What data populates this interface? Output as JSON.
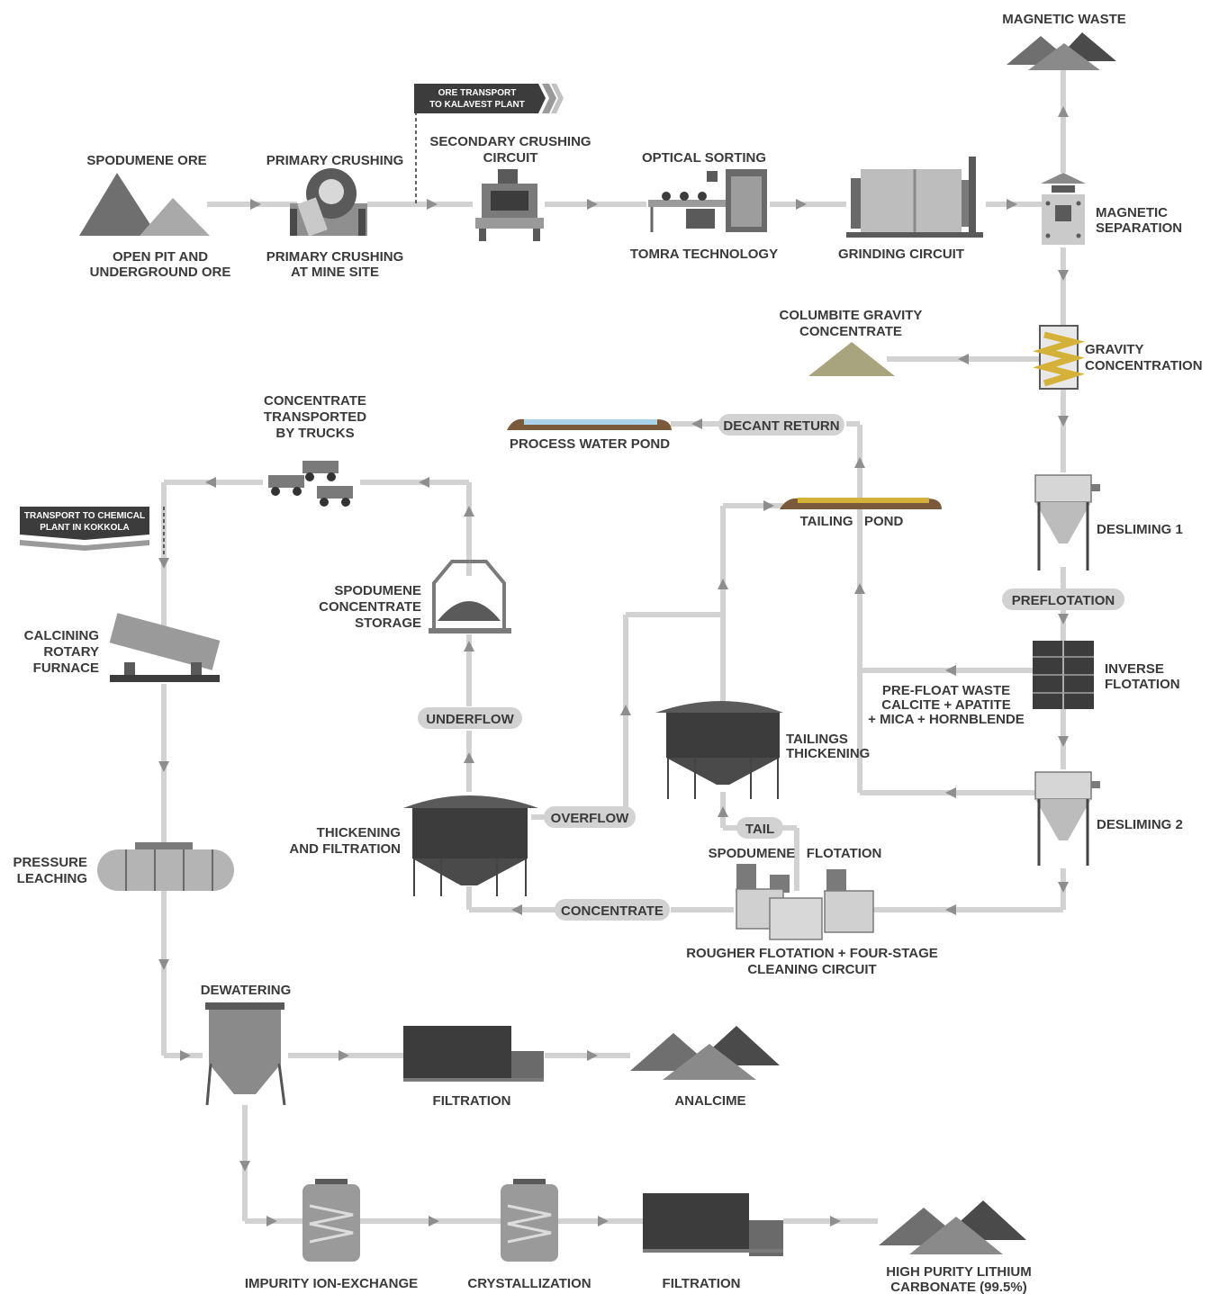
{
  "labels": {
    "spodumene_ore": "SPODUMENE ORE",
    "open_pit_1": "OPEN PIT AND",
    "open_pit_2": "UNDERGROUND ORE",
    "primary_crushing": "PRIMARY CRUSHING",
    "primary_mine_1": "PRIMARY CRUSHING",
    "primary_mine_2": "AT MINE SITE",
    "ore_transport_1": "ORE TRANSPORT",
    "ore_transport_2": "TO KALAVEST PLANT",
    "secondary_1": "SECONDARY CRUSHING",
    "secondary_2": "CIRCUIT",
    "optical_sorting": "OPTICAL SORTING",
    "tomra": "TOMRA TECHNOLOGY",
    "grinding": "GRINDING CIRCUIT",
    "magnetic_waste": "MAGNETIC WASTE",
    "magnetic_sep_1": "MAGNETIC",
    "magnetic_sep_2": "SEPARATION",
    "columbite_1": "COLUMBITE GRAVITY",
    "columbite_2": "CONCENTRATE",
    "gravity_1": "GRAVITY",
    "gravity_2": "CONCENTRATION",
    "process_water": "PROCESS WATER POND",
    "decant_return": "DECANT RETURN",
    "tailing_pond": "TAILING   POND",
    "desliming_1": "DESLIMING 1",
    "preflotation": "PREFLOTATION",
    "inverse_1": "INVERSE",
    "inverse_2": "FLOTATION",
    "prefloat_1": "PRE-FLOAT WASTE",
    "prefloat_2": "CALCITE + APATITE",
    "prefloat_3": "+ MICA + HORNBLENDE",
    "tailings_1": "TAILINGS",
    "tailings_2": "THICKENING",
    "desliming_2": "DESLIMING 2",
    "tail": "TAIL",
    "spod_flotation": "SPODUMENE   FLOTATION",
    "rougher_1": "ROUGHER FLOTATION + FOUR-STAGE",
    "rougher_2": "CLEANING CIRCUIT",
    "concentrate": "CONCENTRATE",
    "overflow": "OVERFLOW",
    "underflow": "UNDERFLOW",
    "thickening_1": "THICKENING",
    "thickening_2": "AND FILTRATION",
    "storage_1": "SPODUMENE",
    "storage_2": "CONCENTRATE",
    "storage_3": "STORAGE",
    "trucks_1": "CONCENTRATE",
    "trucks_2": "TRANSPORTED",
    "trucks_3": "BY TRUCKS",
    "transport_chem_1": "TRANSPORT TO CHEMICAL",
    "transport_chem_2": "PLANT IN KOKKOLA",
    "calcining_1": "CALCINING",
    "calcining_2": "ROTARY",
    "calcining_3": "FURNACE",
    "pressure_1": "PRESSURE",
    "pressure_2": "LEACHING",
    "dewatering": "DEWATERING",
    "filtration_1": "FILTRATION",
    "analcime": "ANALCIME",
    "ion_exchange": "IMPURITY ION-EXCHANGE",
    "crystallization": "CRYSTALLIZATION",
    "filtration_2": "FILTRATION",
    "lithium_1": "HIGH PURITY LITHIUM",
    "lithium_2": "CARBONATE (99.5%)"
  },
  "colors": {
    "flow_line": "#d2d2d2",
    "arrow": "#8e8e8e",
    "pill": "#d2d2d2",
    "dark_equipment": "#3c3c3c",
    "mid_gray": "#8a8a8a",
    "light_gray": "#c8c8c8",
    "gold": "#d4b23a",
    "water": "#a9d3e8",
    "earth": "#7a5a3a",
    "columbite": "#a8a57e"
  }
}
